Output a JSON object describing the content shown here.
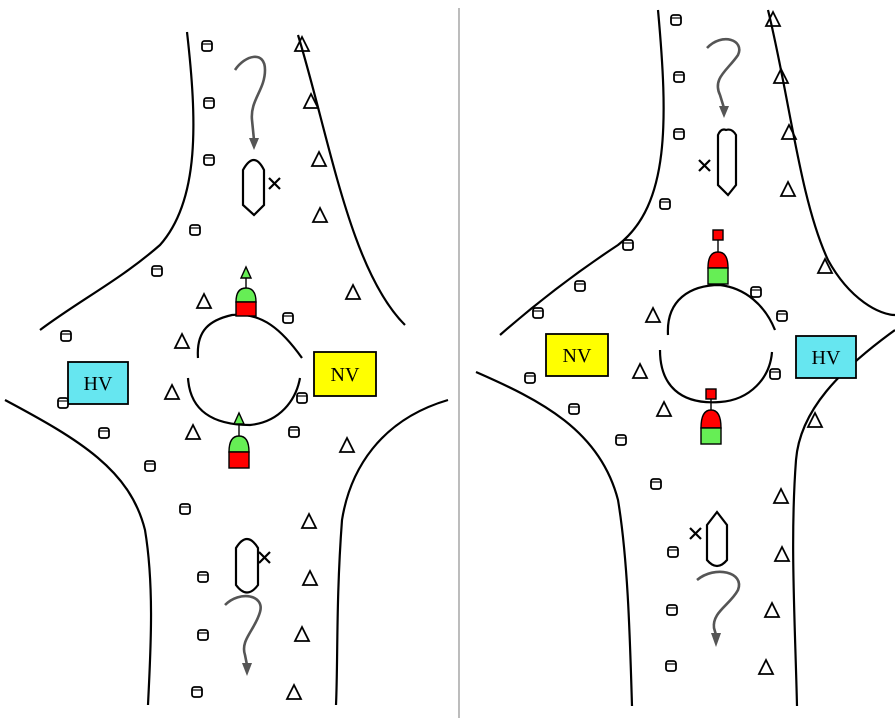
{
  "panels": [
    {
      "name": "left",
      "left_box": {
        "text": "HV",
        "color": "#66e6f0"
      },
      "right_box": {
        "text": "NV",
        "color": "#ffff00"
      }
    },
    {
      "name": "right",
      "left_box": {
        "text": "NV",
        "color": "#ffff00"
      },
      "right_box": {
        "text": "HV",
        "color": "#66e6f0"
      }
    }
  ],
  "colors": {
    "buoy_red": "#ff0000",
    "buoy_green": "#66ee55",
    "arrow_gray": "#555555"
  },
  "icons": {
    "port_marker": "cylinder-buoy-icon",
    "starboard_marker": "triangle-buoy-icon",
    "vessel": "vessel-icon",
    "x_mark": "cross-icon"
  }
}
